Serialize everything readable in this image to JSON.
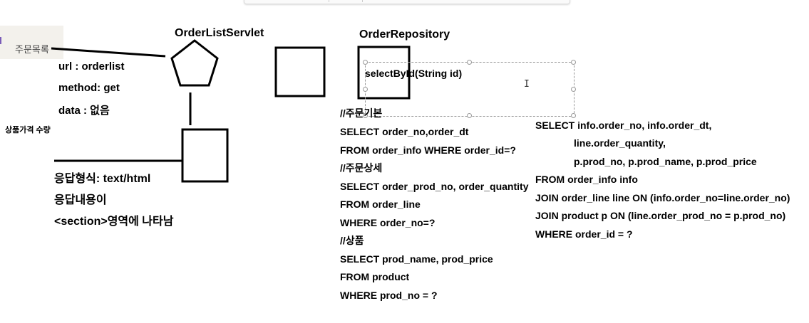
{
  "tab": {
    "label": "주문목록"
  },
  "servlet": {
    "title": "OrderListServlet",
    "url": "url : orderlist",
    "method": "method: get",
    "data": "data : 없음"
  },
  "note_small": "상품가격 수량",
  "response": {
    "format": "응답형식: text/html",
    "content": "응답내용이",
    "section": "<section>영역에 나타남"
  },
  "repository": {
    "title": "OrderRepository",
    "method": "selectById(String id)"
  },
  "queries_left": [
    "//주문기본",
    "SELECT order_no,order_dt",
    "FROM order_info WHERE order_id=?",
    "//주문상세",
    "SELECT order_prod_no, order_quantity",
    "FROM order_line",
    "WHERE order_no=?",
    "//상품",
    "SELECT prod_name, prod_price",
    "FROM product",
    "WHERE prod_no = ?"
  ],
  "queries_right": [
    "SELECT info.order_no, info.order_dt,",
    "line.order_quantity,",
    "p.prod_no, p.prod_name, p.prod_price",
    "FROM order_info  info",
    "JOIN order_line line ON (info.order_no=line.order_no)",
    "JOIN product p ON (line.order_prod_no = p.prod_no)",
    "WHERE order_id = ?"
  ]
}
